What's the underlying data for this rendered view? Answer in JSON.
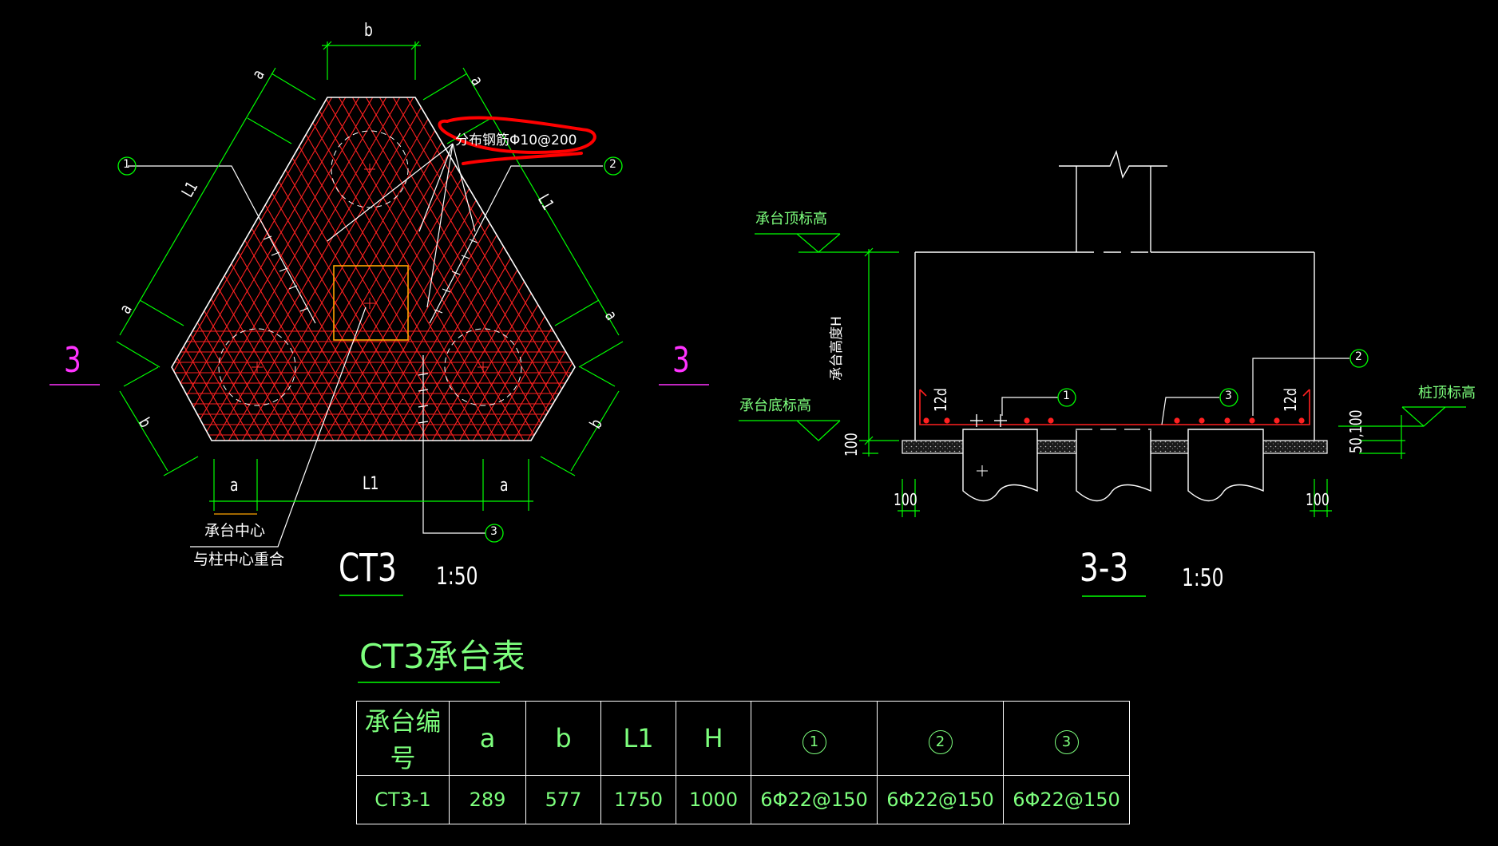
{
  "plan": {
    "dim_b": "b",
    "dim_a": "a",
    "dim_L1": "L1",
    "marker_1": "1",
    "marker_2": "2",
    "marker_3": "3",
    "section_mark": "3",
    "rebar_note": "分布钢筋Φ10@200",
    "center_note_line1": "承台中心",
    "center_note_line2": "与柱中心重合",
    "title": "CT3",
    "scale": "1:50"
  },
  "section": {
    "top_elev": "承台顶标高",
    "bottom_elev": "承台底标高",
    "pile_top": "桩顶标高",
    "height_label": "承台高度H",
    "dim_100": "100",
    "dim_50_100": "50,100",
    "hook_12d": "12d",
    "title": "3-3",
    "scale": "1:50"
  },
  "table": {
    "title": "CT3承台表",
    "headers": [
      "承台编号",
      "a",
      "b",
      "L1",
      "H",
      "1",
      "2",
      "3"
    ],
    "row": [
      "CT3-1",
      "289",
      "577",
      "1750",
      "1000",
      "6Φ22@150",
      "6Φ22@150",
      "6Φ22@150"
    ]
  },
  "colors": {
    "background": "#000000",
    "outline": "#ffffff",
    "rebar": "#ff2020",
    "dimension": "#00ff00",
    "text": "#7dff7d",
    "column": "#ffa500",
    "section_mark": "#ff33ff",
    "highlight": "#ff0000"
  }
}
